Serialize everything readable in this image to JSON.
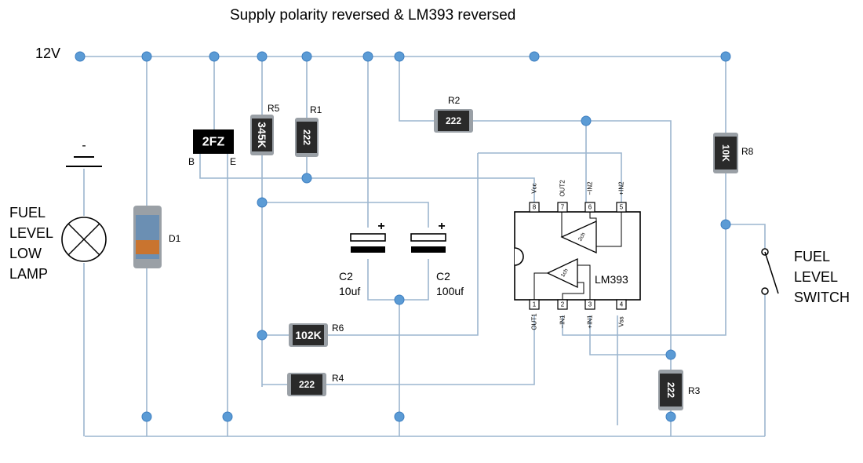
{
  "title": "Supply polarity reversed & LM393 reversed",
  "supply_label": "12V",
  "lamp_label": [
    "FUEL",
    "LEVEL",
    "LOW",
    "LAMP"
  ],
  "switch_label": [
    "FUEL",
    "LEVEL",
    "SWITCH"
  ],
  "components": {
    "zener": {
      "marking": "2FZ",
      "pin_b": "B",
      "pin_e": "E"
    },
    "d1": "D1",
    "r1": {
      "ref": "R1",
      "marking": "222"
    },
    "r2": {
      "ref": "R2",
      "marking": "222"
    },
    "r3": {
      "ref": "R3",
      "marking": "222"
    },
    "r4": {
      "ref": "R4",
      "marking": "222"
    },
    "r5": {
      "ref": "R5",
      "marking": "345K"
    },
    "r6": {
      "ref": "R6",
      "marking": "102K"
    },
    "r8": {
      "ref": "R8",
      "marking": "10K"
    },
    "c_small": {
      "ref": "C2",
      "value": "10uf",
      "polarity": "+"
    },
    "c_large": {
      "ref": "C2",
      "value": "100uf",
      "polarity": "+"
    },
    "lamp_polarity": "-"
  },
  "ic": {
    "name": "LM393",
    "top_pins": [
      {
        "num": "8",
        "name": "Vcc"
      },
      {
        "num": "7",
        "name": "OUT2"
      },
      {
        "num": "6",
        "name": "−IN2"
      },
      {
        "num": "5",
        "name": "+IN2"
      }
    ],
    "bottom_pins": [
      {
        "num": "1",
        "name": "OUT1"
      },
      {
        "num": "2",
        "name": "−IN1"
      },
      {
        "num": "3",
        "name": "+IN1"
      },
      {
        "num": "4",
        "name": "Vss"
      }
    ],
    "comparator_1": "1ch",
    "comparator_2": "2ch"
  },
  "colors": {
    "wire": "#9cb6cf",
    "node": "#5b9bd5",
    "node_stroke": "#3e7fc1",
    "smd_body": "#2a2a2a",
    "smd_cap": "#9aa0a6",
    "black_part": "#000000",
    "diode_band": "#c9742f",
    "diode_body": "#6b8fb3"
  }
}
